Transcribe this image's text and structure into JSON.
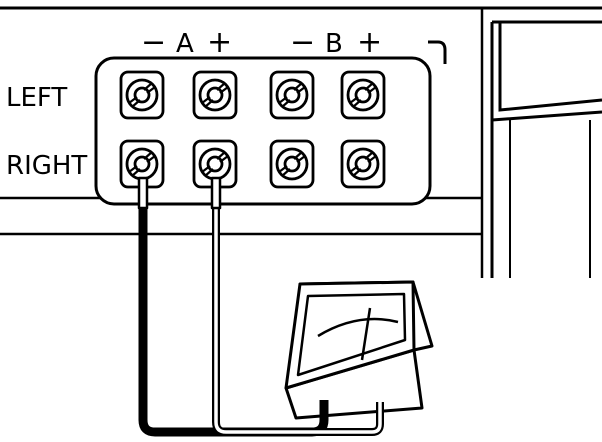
{
  "terminal_panel": {
    "column_labels": {
      "a_minus": "−",
      "a_label": "A",
      "a_plus": "+",
      "b_minus": "−",
      "b_label": "B",
      "b_plus": "+"
    },
    "row_labels": {
      "left": "LEFT",
      "right": "RIGHT"
    }
  },
  "icons": {
    "terminal": "speaker-terminal-icon",
    "meter": "analog-meter-icon"
  },
  "colors": {
    "line": "#000000",
    "background": "#ffffff"
  }
}
